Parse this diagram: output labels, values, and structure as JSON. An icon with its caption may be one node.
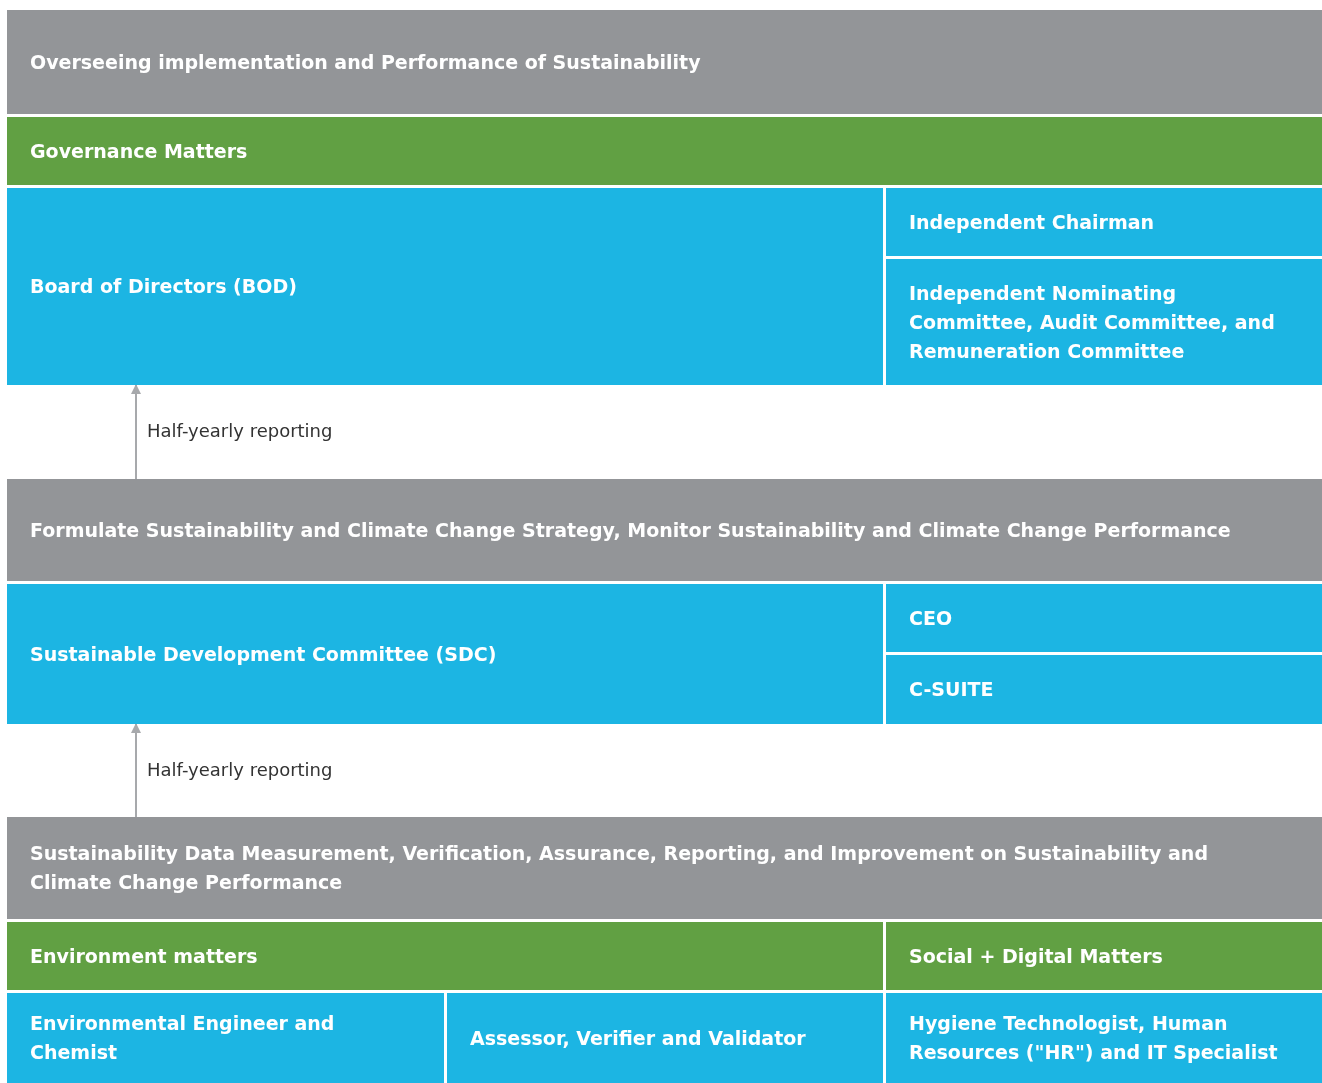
{
  "diagram": {
    "nodes": [
      {
        "text": [
          "Overseeing implementation and Performance of Sustainability"
        ]
      },
      {
        "text": [
          "Governance Matters"
        ]
      },
      {
        "text": [
          "Board of Directors (BOD)"
        ]
      },
      {
        "text": [
          "Independent Chairman"
        ]
      },
      {
        "text": [
          "Independent Nominating Committee, Audit Committee, and Remuneration Committee"
        ]
      },
      {
        "text": [
          "Formulate Sustainability and Climate Change Strategy, Monitor Sustainability and Climate Change Performance"
        ]
      },
      {
        "text": [
          "Sustainable Development Committee (SDC)"
        ]
      },
      {
        "text": [
          "CEO"
        ]
      },
      {
        "text": [
          "C-SUITE"
        ]
      },
      {
        "text": [
          "Sustainability Data Measurement, Verification, Assurance, Reporting, and Improvement on Sustainability and Climate Change Performance"
        ]
      },
      {
        "text": [
          "Environment matters"
        ]
      },
      {
        "text": [
          "Social + Digital Matters"
        ]
      },
      {
        "text": [
          "Environmental Engineer and Chemist"
        ]
      },
      {
        "text": [
          "Assessor, Verifier and Validator"
        ]
      },
      {
        "text": [
          "Hygiene Technologist, Human Resources (\"HR\") and IT Specialist"
        ]
      }
    ],
    "edges": [
      {
        "from": 5,
        "to": 2,
        "arrow": "to",
        "label": "Half-yearly reporting"
      },
      {
        "from": 9,
        "to": 6,
        "arrow": "to",
        "label": "Half-yearly reporting"
      }
    ]
  }
}
